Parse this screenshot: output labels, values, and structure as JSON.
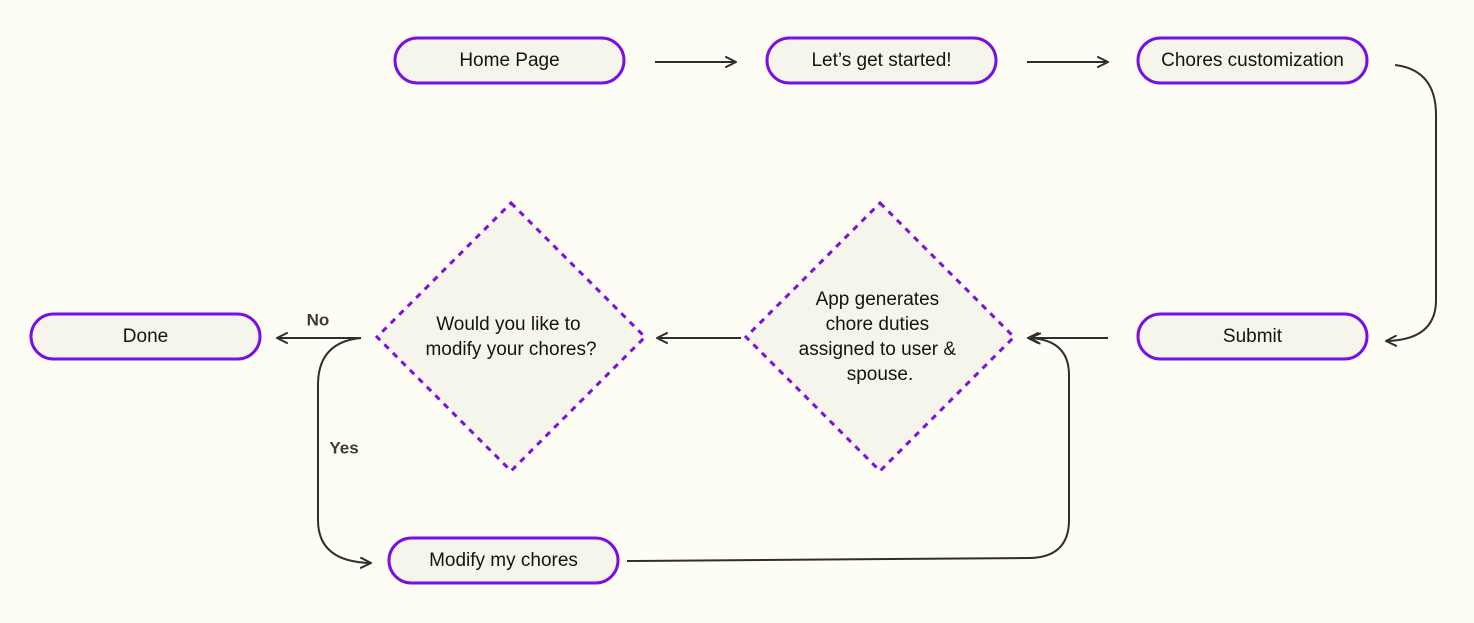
{
  "nodes": {
    "home_page": "Home Page",
    "lets_get_started": "Let’s get started!",
    "chores_customization": "Chores customization",
    "submit": "Submit",
    "app_generates": [
      "App generates",
      "chore duties",
      "assigned to user &",
      "spouse."
    ],
    "would_you_like": [
      "Would you like to",
      "modify your chores?"
    ],
    "done": "Done",
    "modify_my_chores": "Modify my chores"
  },
  "edge_labels": {
    "no": "No",
    "yes": "Yes"
  },
  "colors": {
    "background": "#fdfcf5",
    "node_fill": "#f6f5ec",
    "node_border": "#7a0fe3",
    "connector": "#2f2f2f"
  }
}
